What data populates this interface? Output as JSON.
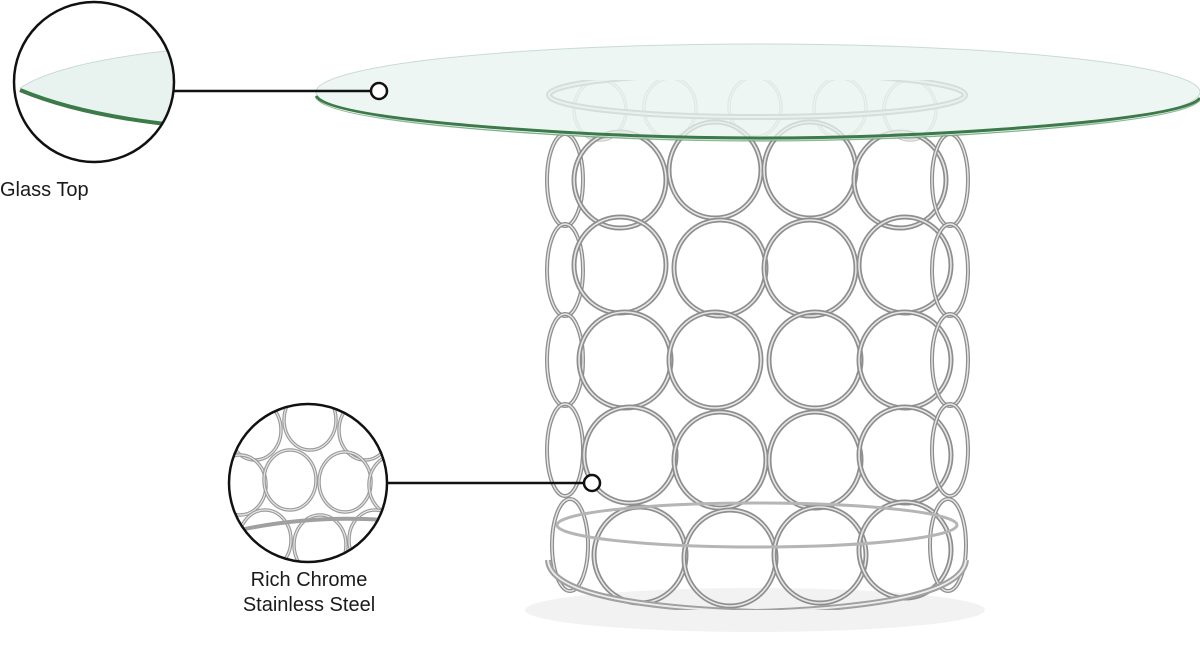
{
  "product": {
    "type": "Round glass top dining table with chrome ring pedestal base"
  },
  "callouts": [
    {
      "id": "glass-top",
      "label": "Glass Top",
      "feature": "glass-top-edge-detail"
    },
    {
      "id": "chrome-base",
      "label_line1": "Rich Chrome",
      "label_line2": "Stainless Steel",
      "feature": "chrome-ring-detail"
    }
  ],
  "colors": {
    "background": "#ffffff",
    "glass_face": "#e8f3ef",
    "glass_edge": "#3d7a4a",
    "chrome": "#9a9a9a",
    "chrome_light": "#d9d9d9",
    "callout_line": "#111111"
  }
}
